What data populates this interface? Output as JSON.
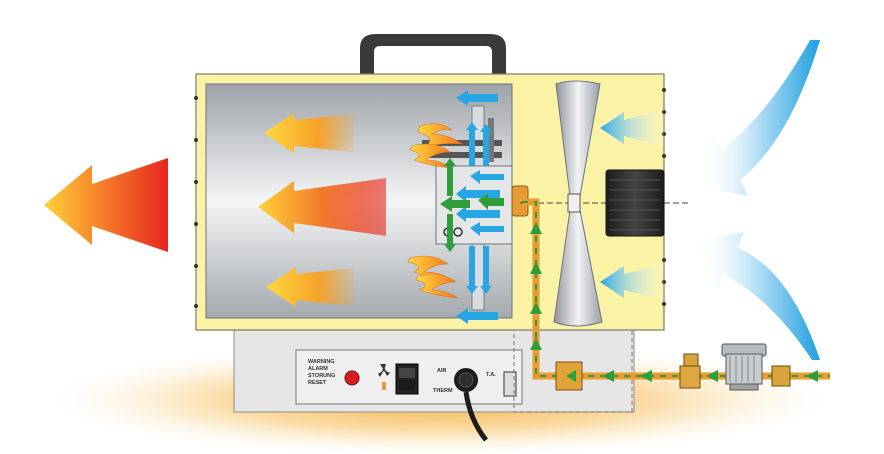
{
  "panel": {
    "warning_lines": [
      "WARNING",
      "ALARM",
      "STORUNG",
      "RESET"
    ],
    "air_label": "AIR",
    "temp_label": "T.A.",
    "thermo_label": "THERM"
  },
  "colors": {
    "housing_yellow": "#faf3a6",
    "chamber_gray": "#c9ccd0",
    "handle": "#3a3a3a",
    "air_blue": "#29a9e6",
    "hot_red": "#e8261f",
    "hot_yellow": "#ffd23a",
    "gas_green": "#2f9e3a",
    "gas_pipe_orange": "#e89a33",
    "fan_silver": "#c8ccd1",
    "motor_dark": "#2a2a2a",
    "panel_gray": "#e3e3e3",
    "floor_glow": "#f6c46a"
  },
  "icons": {
    "reset": "red-reset-button-icon",
    "switch": "rocker-switch-icon",
    "fan": "fan-symbol-icon",
    "thermostat": "thermostat-knob-icon"
  }
}
